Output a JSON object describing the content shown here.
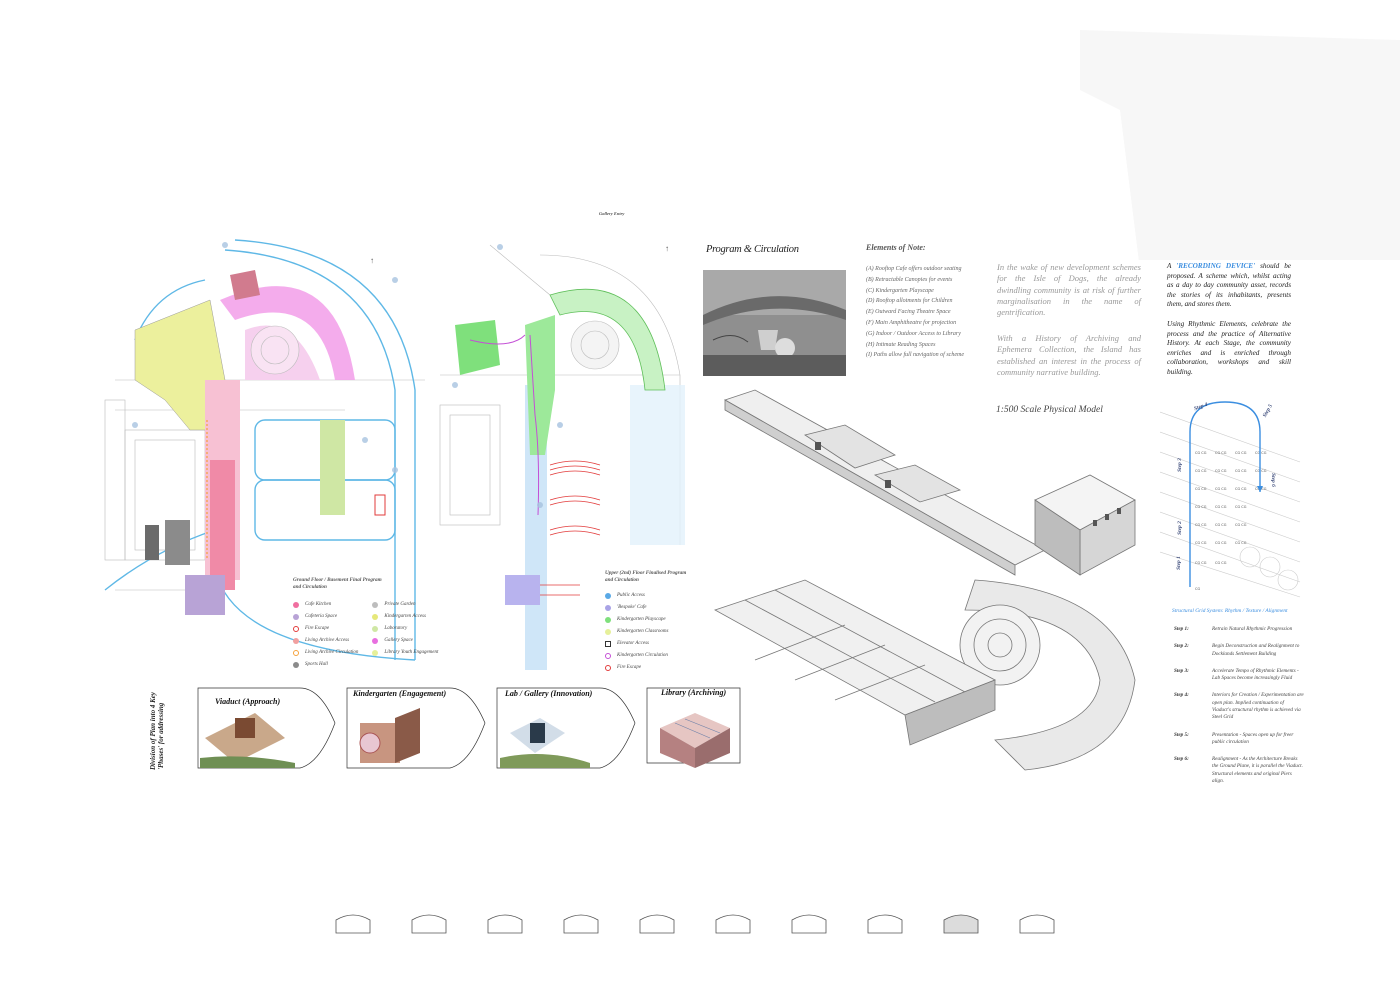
{
  "plans": {
    "left_legend": {
      "title": "Ground Floor / Basement Final Program and Circulation",
      "items": [
        {
          "label": "Cafe Kitchen",
          "color": "#f06fa0"
        },
        {
          "label": "Cafeteria Space",
          "color": "#b8a3d6"
        },
        {
          "label": "Fire Escape",
          "color": "#e23b3b"
        },
        {
          "label": "Living Archive Access",
          "color": "#f1a0a0"
        },
        {
          "label": "Living Archive Circulation",
          "color": "#f5a23c"
        },
        {
          "label": "Sports Hall",
          "color": "#8b8b8b"
        },
        {
          "label": "Private Garden",
          "color": "#bdbdbd"
        },
        {
          "label": "Kindergarten Access",
          "color": "#e6e87a"
        },
        {
          "label": "Laboratory",
          "color": "#cfe7a4"
        },
        {
          "label": "Gallery Space",
          "color": "#e86fe0"
        },
        {
          "label": "Library Youth Engagement",
          "color": "#e6f09a"
        }
      ]
    },
    "right_legend": {
      "title": "Upper (2nd) Floor Finalised Program and Circulation",
      "items": [
        {
          "label": "Public Access",
          "color": "#5aa9e6"
        },
        {
          "label": "'Bespoke' Cafe",
          "color": "#a9a3e6"
        },
        {
          "label": "Kindergarten Playscape",
          "color": "#7fe07c"
        },
        {
          "label": "Kindergarten Classrooms",
          "color": "#e6f09a"
        },
        {
          "label": "Elevator Access",
          "color": "#333333"
        },
        {
          "label": "Kindergarten Circulation",
          "color": "#c44fd6"
        },
        {
          "label": "Fire Escape",
          "color": "#e23b3b"
        }
      ]
    },
    "gallery_entry": "Gallery Entry"
  },
  "phases": {
    "side_label": "Division of Plan into 4 Key 'Phases' for addressing",
    "items": [
      {
        "label": "Viaduct (Approach)"
      },
      {
        "label": "Kindergarten (Engagement)"
      },
      {
        "label": "Lab / Gallery (Innovation)"
      },
      {
        "label": "Library (Archiving)"
      }
    ]
  },
  "program": {
    "title": "Program & Circulation"
  },
  "elements_of_note": {
    "title": "Elements of Note:",
    "items": [
      "(A) Rooftop Cafe offers outdoor seating",
      "(B) Retractable Canopies for events",
      "(C) Kindergarten Playscape",
      "(D) Rooftop allotments for Children",
      "(E) Outward Facing Theatre Space",
      "(F) Main Amphitheatre for projection",
      "(G) Indoor / Outdoor Access to Library",
      "(H) Intimate Reading Spaces",
      "(I) Paths allow full navigation of scheme"
    ]
  },
  "intro": {
    "para1": "In the wake of new development schemes for the Isle of Dogs, the already dwindling community is at risk of further marginalisation in the name of gentrification.",
    "para2": "With a History of Archiving and Ephemera Collection, the Island has established an interest in the process of community narrative building."
  },
  "model_caption": "1:500 Scale Physical Model",
  "recording": {
    "prefix": "A ",
    "highlight": "'RECORDING DEVICE'",
    "rest": " should be proposed. A scheme which, whilst acting as a day to day community asset, records the stories of its inhabitants, presents them, and stores them.",
    "para2": "Using Rhythmic Elements, celebrate the process and the practice of Alternative History. At each Stage, the community enriches and is enriched through collaboration, workshops and skill building."
  },
  "grid": {
    "title": "Structural Grid System: Rhythm / Texture / Alignment",
    "step_labels": [
      "Step 1",
      "Step 2",
      "Step 3",
      "Step 4",
      "Step 5",
      "Step 6"
    ],
    "steps": [
      {
        "key": "Step 1:",
        "text": "Retrain Natural Rhythmic Progression"
      },
      {
        "key": "Step 2:",
        "text": "Begin Deconstruction and Realignment to Docklands Settlement Building"
      },
      {
        "key": "Step 3:",
        "text": "Accelerate Tempo of Rhythmic Elements - Lab Spaces become increasingly Fluid"
      },
      {
        "key": "Step 4:",
        "text": "Interiors for Creation / Experimentation are open plan. Implied continuation of Viaduct's structural rhythm is achieved via Steel Grid"
      },
      {
        "key": "Step 5:",
        "text": "Presentation - Spaces open up for freer public circulation"
      },
      {
        "key": "Step 6:",
        "text": "Realignment - As the Architecture Breaks the Ground Plane, it is parallel the Viaduct. Structural elements and original Piers align."
      }
    ]
  },
  "colors": {
    "accent": "#3b8ee0",
    "archive_pink": "#f06fa0",
    "playscape_green": "#7fe07c"
  },
  "pager": {
    "count": 10,
    "active_index": 8
  }
}
